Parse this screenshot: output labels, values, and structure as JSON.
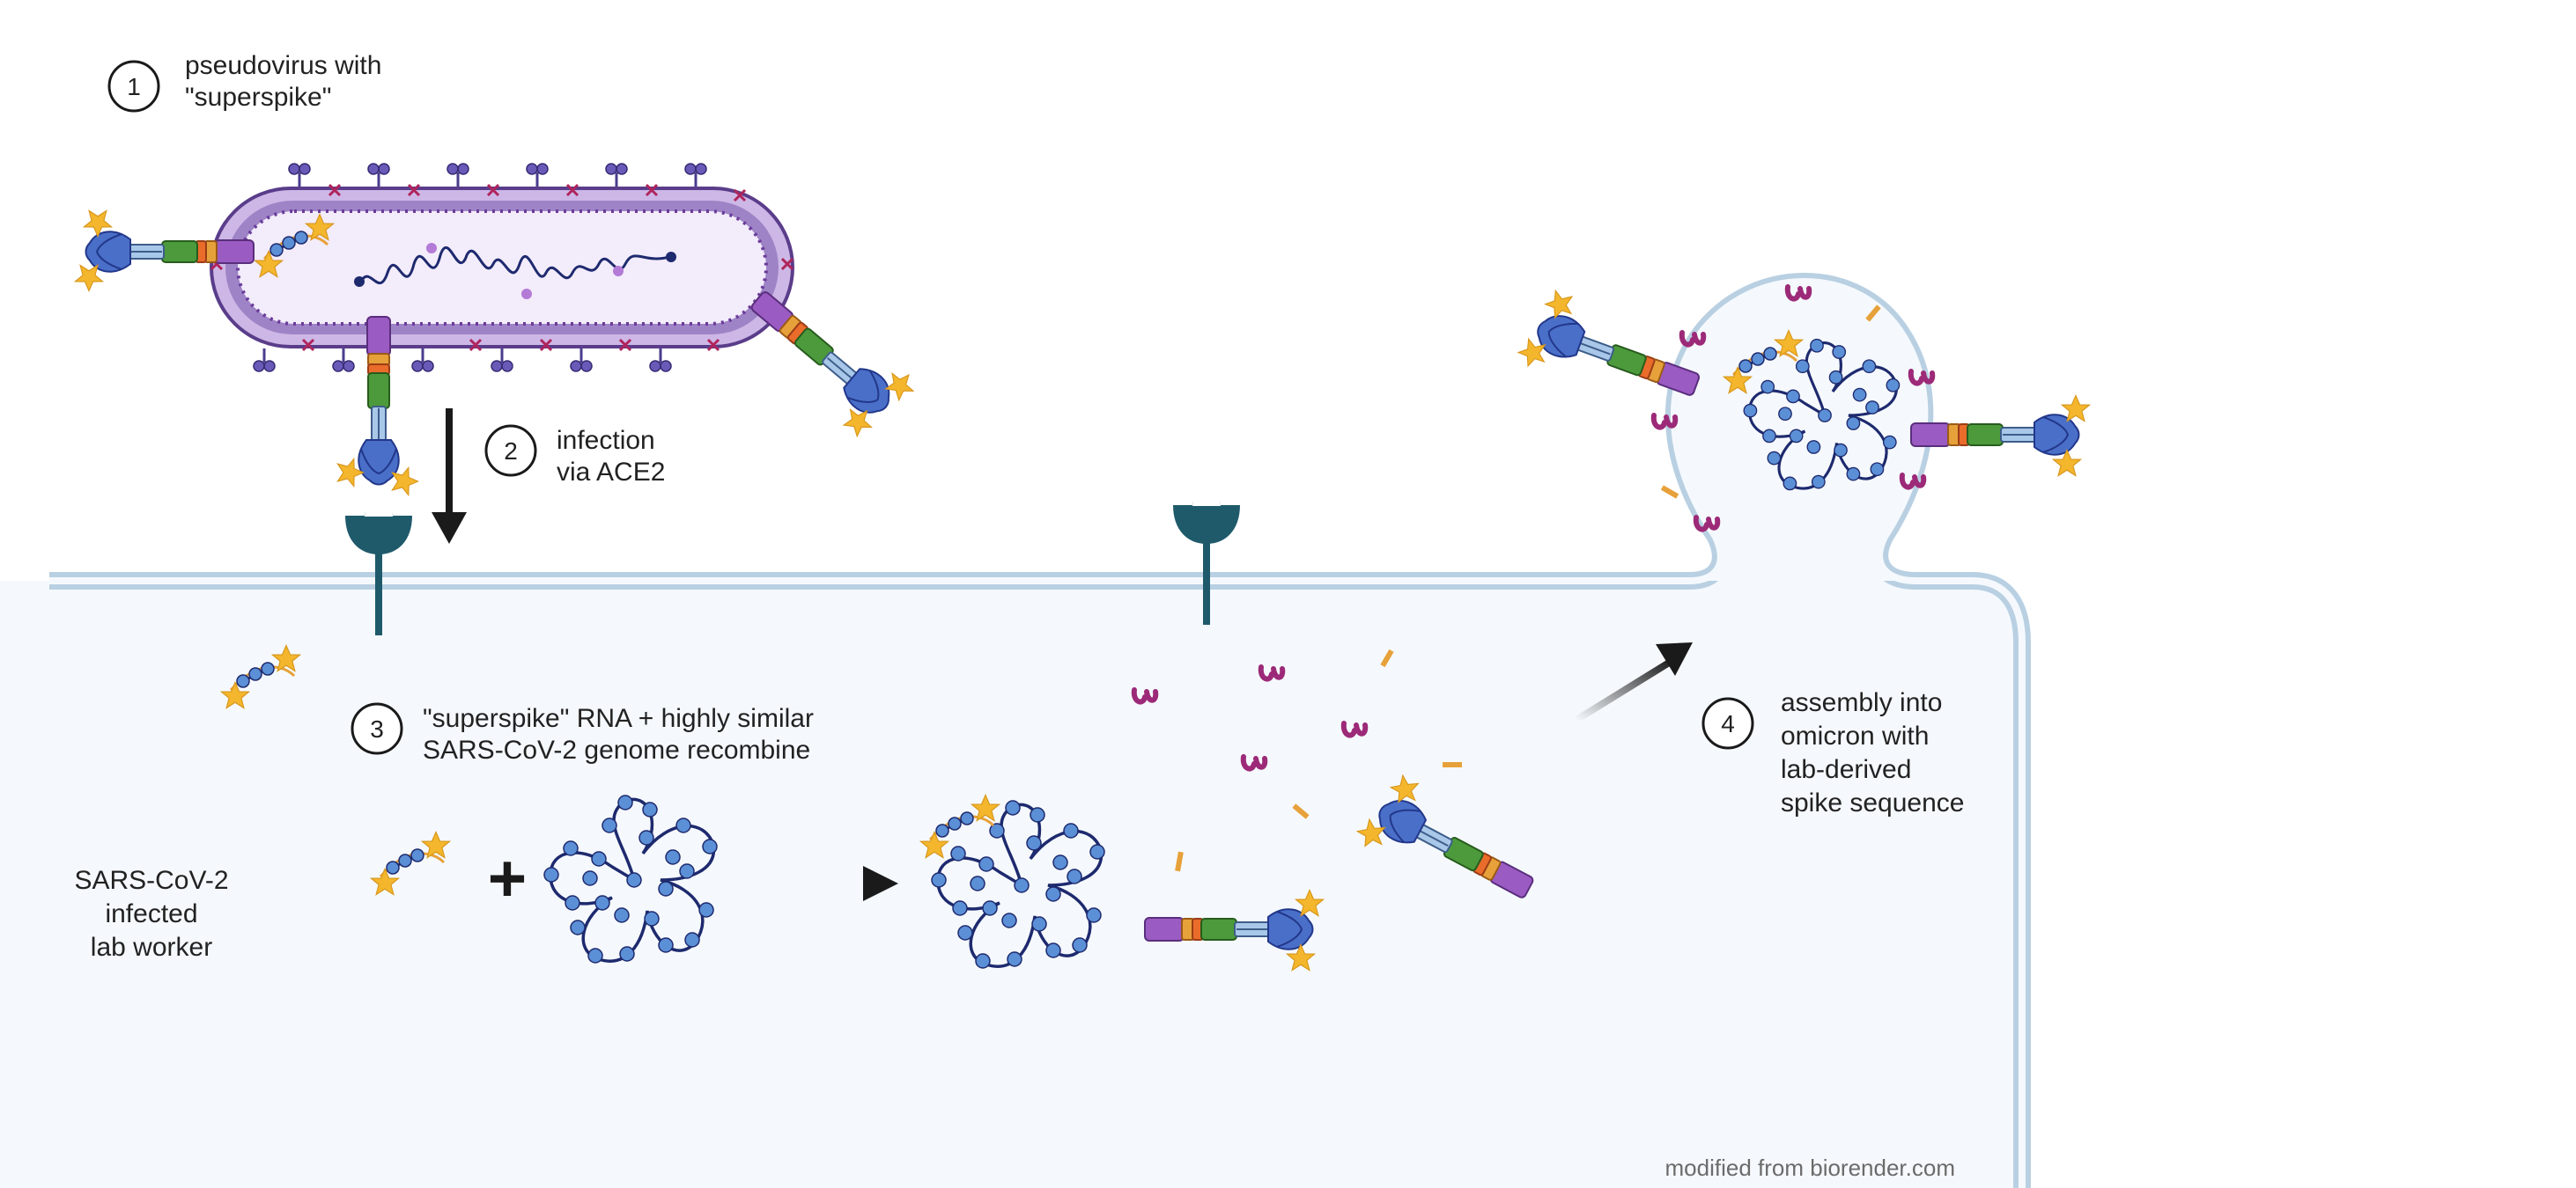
{
  "steps": [
    {
      "number": "1",
      "lines": [
        "pseudovirus with",
        "\"superspike\""
      ]
    },
    {
      "number": "2",
      "lines": [
        "infection",
        "via ACE2"
      ]
    },
    {
      "number": "3",
      "lines": [
        "\"superspike\" RNA + highly similar",
        "SARS-CoV-2 genome recombine"
      ]
    },
    {
      "number": "4",
      "lines": [
        "assembly into",
        "omicron with",
        "lab-derived",
        "spike sequence"
      ]
    }
  ],
  "cell_label": [
    "SARS-CoV-2",
    "infected",
    "lab worker"
  ],
  "plus_sign": "+",
  "credit": "modified from biorender.com",
  "colors": {
    "cell_fill": "#f5f9fd",
    "membrane": "#b9d0e2",
    "spike_head": "#4a6fc8",
    "spike_purple": "#9a5bc2",
    "spike_green": "#4c9a3c",
    "spike_orange": "#e08a2a",
    "star": "#f3b62c",
    "receptor": "#1f5a6b",
    "virus_envelope": "#8a6bb0",
    "virus_fill": "#efe7f8",
    "rna_node": "#5b8fd6",
    "rna_strand": "#1e2a6e",
    "fragment_magenta": "#9c2a78",
    "arrow": "#1a1a1a"
  }
}
